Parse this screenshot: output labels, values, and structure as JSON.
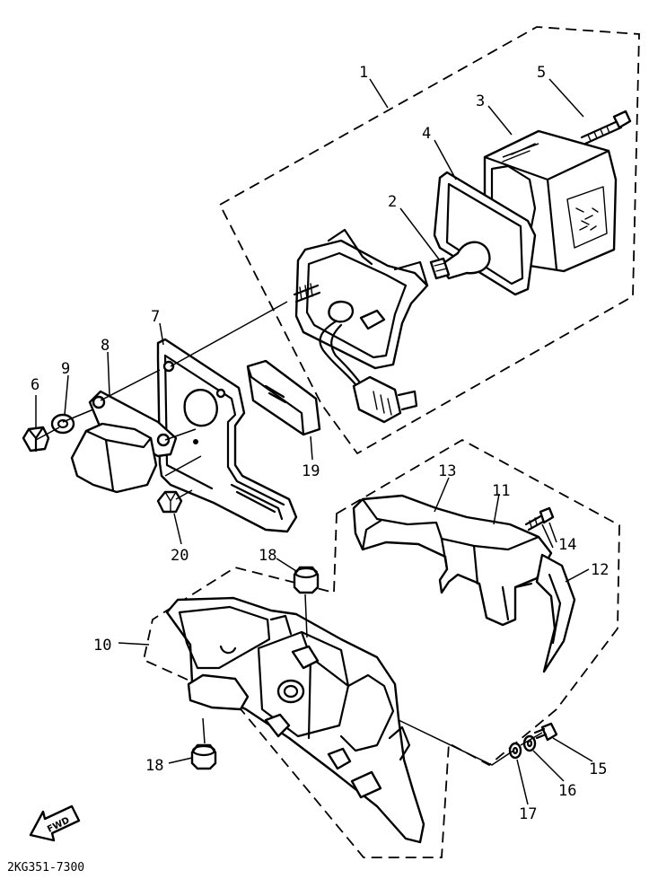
{
  "diagram_code": "2KG351-7300",
  "fwd_label": "FWD",
  "callouts": {
    "c1": "1",
    "c2": "2",
    "c3": "3",
    "c4": "4",
    "c5": "5",
    "c6": "6",
    "c7": "7",
    "c8": "8",
    "c9": "9",
    "c10": "10",
    "c11": "11",
    "c12": "12",
    "c13": "13",
    "c14": "14",
    "c15": "15",
    "c16": "16",
    "c17": "17",
    "c18a": "18",
    "c18b": "18",
    "c19": "19",
    "c20": "20"
  }
}
